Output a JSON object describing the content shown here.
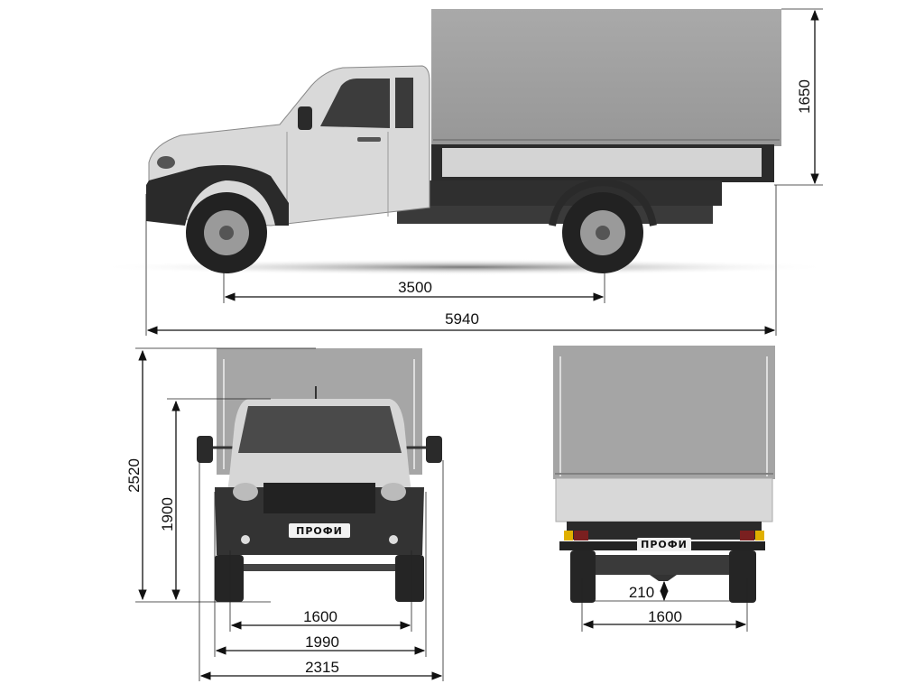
{
  "vehicle_plate_text": "ПРОФИ",
  "side_view": {
    "cargo_height": "1650",
    "wheelbase": "3500",
    "overall_length": "5940"
  },
  "front_view": {
    "overall_height": "2520",
    "cab_height": "1900",
    "track": "1600",
    "body_width": "1990",
    "width_with_mirrors": "2315"
  },
  "rear_view": {
    "ground_clearance": "210",
    "track": "1600"
  },
  "colors": {
    "tarp": "#a3a3a3",
    "body": "#d6d6d6",
    "dark": "#2a2a2a",
    "dimension_line": "#111111"
  }
}
